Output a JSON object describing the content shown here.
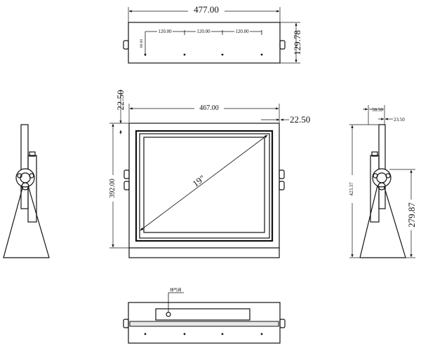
{
  "top_view": {
    "overall_width": "477.00",
    "depth": "129.78",
    "hole_spacing": [
      "120.00",
      "120.00",
      "120.00"
    ],
    "hole_offset": "60.00"
  },
  "front_view": {
    "width": "467.00",
    "height": "392.00",
    "top_margin": "22.50",
    "right_margin": "22.50",
    "diagonal": "19\""
  },
  "side_view": {
    "total_height": "423.37",
    "mount_height": "279.87",
    "depth": "58.50",
    "offset": "23.50"
  },
  "bottom_view": {
    "vent_label": "排气阀"
  }
}
